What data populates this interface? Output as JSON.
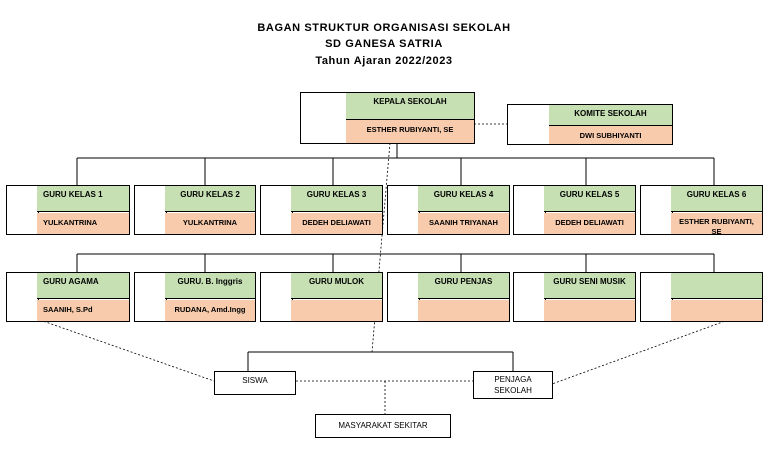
{
  "header": {
    "title_line1": "BAGAN STRUKTUR ORGANISASI SEKOLAH",
    "title_line2": "SD GANESA SATRIA",
    "title_line3": "Tahun Ajaran 2022/2023"
  },
  "kepala": {
    "role": "KEPALA SEKOLAH",
    "name": "ESTHER RUBIYANTI, SE"
  },
  "komite": {
    "role": "KOMITE SEKOLAH",
    "name": "DWI SUBHIYANTI"
  },
  "guru_kelas": [
    {
      "role": "GURU KELAS 1",
      "name": "YULKANTRINA"
    },
    {
      "role": "GURU KELAS 2",
      "name": "YULKANTRINA"
    },
    {
      "role": "GURU KELAS 3",
      "name": "DEDEH DELIAWATI"
    },
    {
      "role": "GURU KELAS 4",
      "name": "SAANIH TRIYANAH"
    },
    {
      "role": "GURU KELAS 5",
      "name": "DEDEH DELIAWATI"
    },
    {
      "role": "GURU KELAS 6",
      "name": "ESTHER RUBIYANTI, SE"
    }
  ],
  "guru_mapel": [
    {
      "role": "GURU AGAMA",
      "name": "SAANIH, S.Pd"
    },
    {
      "role": "GURU. B. Inggris",
      "name": "RUDANA, Amd.Ingg"
    },
    {
      "role": "GURU MULOK",
      "name": ""
    },
    {
      "role": "GURU PENJAS",
      "name": ""
    },
    {
      "role": "GURU SENI MUSIK",
      "name": ""
    },
    {
      "role": "",
      "name": ""
    }
  ],
  "bottom": {
    "siswa": "SISWA",
    "penjaga_line1": "PENJAGA",
    "penjaga_line2": "SEKOLAH",
    "masyarakat": "MASYARAKAT SEKITAR"
  }
}
